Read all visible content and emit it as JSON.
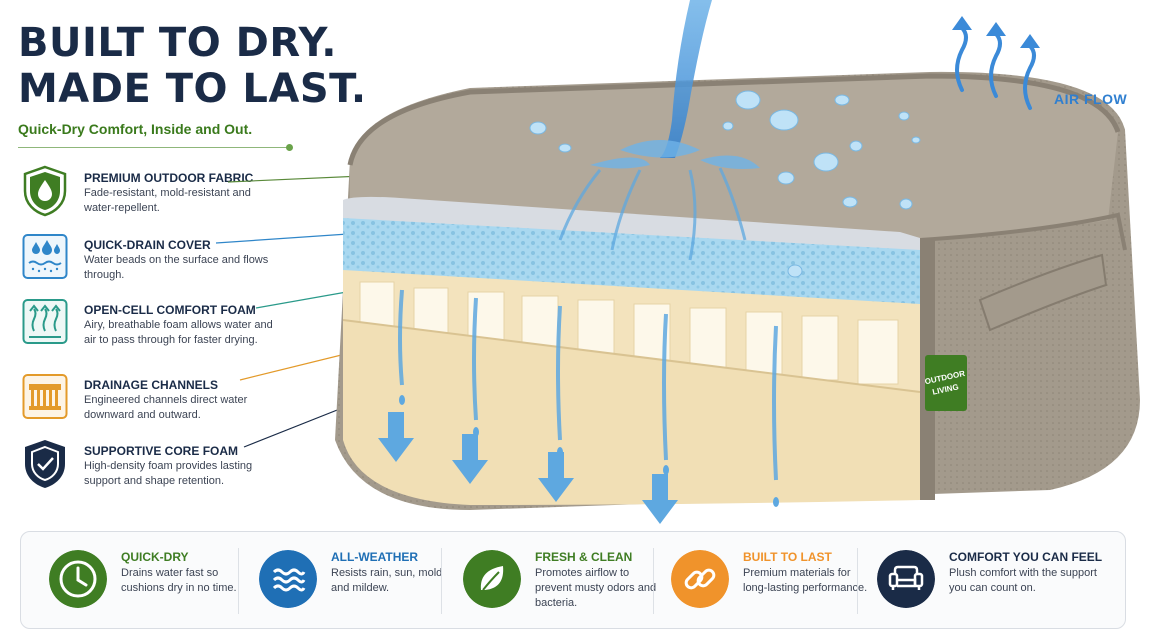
{
  "headline": {
    "line1": "BUILT TO DRY.",
    "line2": "MADE TO LAST."
  },
  "subhead": "Quick-Dry Comfort, Inside and Out.",
  "air_flow_label": "AIR FLOW",
  "badge_text": "OUTDOOR LIVING",
  "layers": [
    {
      "title": "PREMIUM OUTDOOR FABRIC",
      "desc": "Fade-resistant, mold-resistant and water-repellent.",
      "icon": "water-drop-shield-icon",
      "color": "#3f7d23"
    },
    {
      "title": "QUICK-DRAIN COVER",
      "desc": "Water beads on the surface and flows through.",
      "icon": "water-droplets-icon",
      "color": "#2f86c9"
    },
    {
      "title": "OPEN-CELL COMFORT FOAM",
      "desc": "Airy, breathable foam allows water and air to pass through for faster drying.",
      "icon": "airflow-arrows-icon",
      "color": "#2a9a8a"
    },
    {
      "title": "DRAINAGE CHANNELS",
      "desc": "Engineered channels direct water downward and outward.",
      "icon": "drainage-channels-icon",
      "color": "#e39a2a"
    },
    {
      "title": "SUPPORTIVE CORE FOAM",
      "desc": "High-density foam provides lasting support and shape retention.",
      "icon": "support-shield-icon",
      "color": "#1a2b47"
    }
  ],
  "benefits": [
    {
      "title": "QUICK-DRY",
      "desc": "Drains water fast so cushions dry in no time.",
      "icon": "clock-icon",
      "color": "#3f7d23"
    },
    {
      "title": "ALL-WEATHER",
      "desc": "Resists rain, sun, mold and mildew.",
      "icon": "waves-icon",
      "color": "#1f6fb5"
    },
    {
      "title": "FRESH & CLEAN",
      "desc": "Promotes airflow to prevent musty odors and bacteria.",
      "icon": "leaf-icon",
      "color": "#3f7d23"
    },
    {
      "title": "BUILT TO LAST",
      "desc": "Premium materials for long-lasting performance.",
      "icon": "chain-link-icon",
      "color": "#f0932b"
    },
    {
      "title": "COMFORT YOU CAN FEEL",
      "desc": "Plush comfort with the support you can count on.",
      "icon": "sofa-icon",
      "color": "#1a2b47"
    }
  ],
  "colors": {
    "navy": "#1a2b47",
    "green": "#3f7d23",
    "blue": "#2f86c9",
    "orange": "#f0932b",
    "fabric": "#9a9183",
    "foam_blue": "#a9d8f0",
    "core_foam": "#f3e3bd"
  }
}
